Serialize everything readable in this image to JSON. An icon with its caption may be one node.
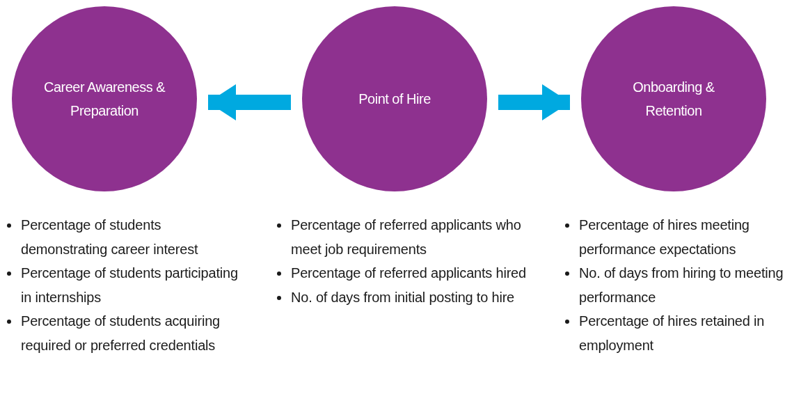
{
  "diagram": {
    "nodes": [
      {
        "text": [
          "Career Awareness & Preparation"
        ],
        "beside": [
          "Percentage of students demonstrating career interest",
          "Percentage of students participating in internships",
          "Percentage of students acquiring required or preferred credentials"
        ]
      },
      {
        "text": [
          "Point of Hire"
        ],
        "beside": [
          "Percentage of referred applicants who meet job requirements",
          "Percentage of referred applicants hired",
          "No. of days from initial posting to hire"
        ]
      },
      {
        "text": [
          "Onboarding & Retention"
        ],
        "beside": [
          "Percentage of hires meeting performance expectations",
          "No. of days from hiring to meeting performance",
          "Percentage of hires retained in employment"
        ]
      }
    ],
    "edges": [
      {
        "from": 1,
        "to": 0,
        "arrow": "to"
      },
      {
        "from": 1,
        "to": 2,
        "arrow": "to"
      }
    ]
  }
}
